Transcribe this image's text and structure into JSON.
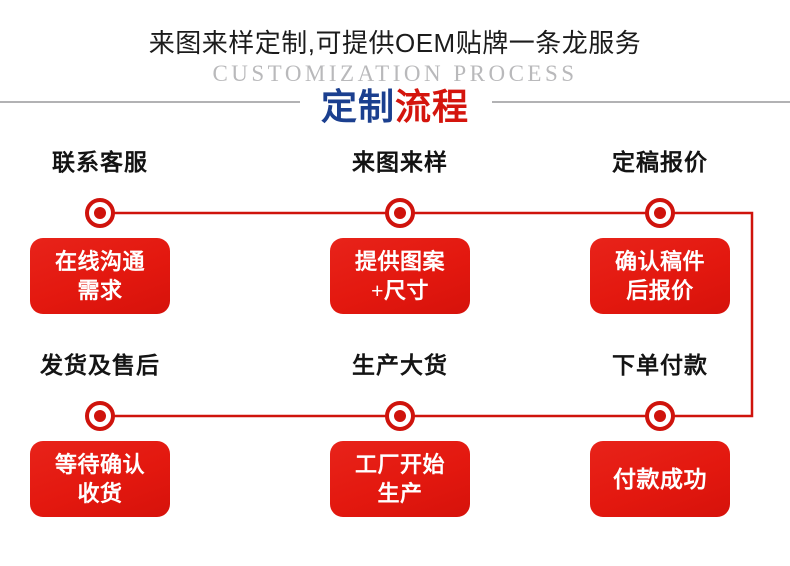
{
  "header": {
    "headline_cn": "来图来样定制,可提供OEM贴牌一条龙服务",
    "subtitle_en": "CUSTOMIZATION PROCESS",
    "title_part_blue": "定制",
    "title_part_red": "流程",
    "color_blue": "#1b3f8f",
    "color_red": "#d4150d",
    "rule_color": "#b2b2b4"
  },
  "theme": {
    "accent_red": "#e3180f",
    "line_red": "#cf130c",
    "box_text_color": "#ffffff",
    "label_color": "#141414"
  },
  "flow": {
    "steps": [
      {
        "label": "联系客服",
        "box_text": "在线沟通\n需求",
        "marker": "step-marker",
        "row": 1,
        "col": 1
      },
      {
        "label": "来图来样",
        "box_text": "提供图案\n+尺寸",
        "marker": "step-marker",
        "row": 1,
        "col": 2
      },
      {
        "label": "定稿报价",
        "box_text": "确认稿件\n后报价",
        "marker": "step-marker",
        "row": 1,
        "col": 3
      },
      {
        "label": "发货及售后",
        "box_text": "等待确认\n收货",
        "marker": "step-marker",
        "row": 2,
        "col": 1
      },
      {
        "label": "生产大货",
        "box_text": "工厂开始\n生产",
        "marker": "step-marker",
        "row": 2,
        "col": 2
      },
      {
        "label": "下单付款",
        "box_text": "付款成功",
        "marker": "step-marker",
        "row": 2,
        "col": 3
      }
    ],
    "connector_description": "top row horizontal line from first marker to right edge, down the right side, then leftwards along the bottom row to the fourth marker"
  }
}
